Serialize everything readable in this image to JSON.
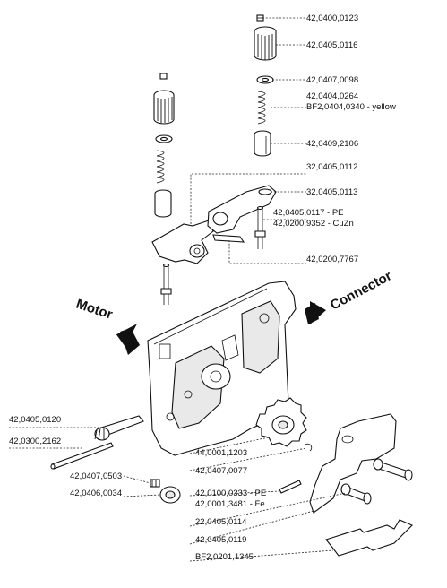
{
  "diagram": {
    "arrows": {
      "motor": "Motor",
      "connector": "Connector"
    },
    "parts": [
      "42,0400,0123",
      "42,0405,0116",
      "42,0407,0098",
      "42,0404,0264",
      "BF2,0404,0340 - yellow",
      "42,0409,2106",
      "32,0405,0112",
      "32,0405,0113",
      "42,0405,0117 - PE",
      "42,0200,9352 - CuZn",
      "42,0200,7767",
      "42,0405,0120",
      "42,0300,2162",
      "42,0407,0503",
      "42,0406,0034",
      "44,0001,1203",
      "42,0407,0077",
      "42,0100,0333 - PE",
      "42,0001,3481 - Fe",
      "22,0405,0114",
      "42,0405,0119",
      "BF2,0201,1345"
    ]
  }
}
